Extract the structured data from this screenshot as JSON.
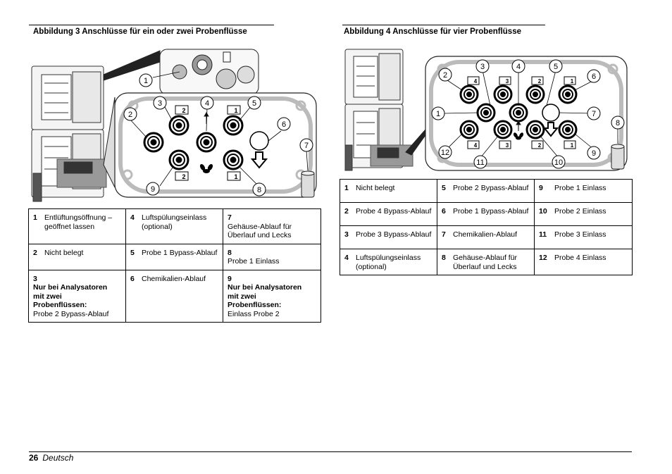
{
  "figure3": {
    "title": "Abbildung 3  Anschlüsse für ein oder zwei Probenflüsse",
    "callouts": [
      "1",
      "2",
      "3",
      "4",
      "5",
      "6",
      "7",
      "8",
      "9"
    ],
    "port_labels": [
      "2",
      "1",
      "2",
      "1"
    ],
    "legend": [
      [
        {
          "num": "1",
          "text": "Entlüftungsöffnung – geöffnet lassen"
        },
        {
          "num": "4",
          "text": "Luftspülungseinlass (optional)"
        },
        {
          "num": "7",
          "text": "Gehäuse-Ablauf für Überlauf und Lecks"
        }
      ],
      [
        {
          "num": "2",
          "text": "Nicht belegt"
        },
        {
          "num": "5",
          "text": "Probe 1 Bypass-Ablauf"
        },
        {
          "num": "8",
          "text": "Probe 1 Einlass"
        }
      ],
      [
        {
          "num": "3",
          "bold_text": "Nur bei Analysatoren mit zwei Probenflüssen:",
          "text": "Probe 2 Bypass-Ablauf"
        },
        {
          "num": "6",
          "text": "Chemikalien-Ablauf"
        },
        {
          "num": "9",
          "bold_text": "Nur bei Analysatoren mit zwei Probenflüssen:",
          "text": "Einlass Probe 2"
        }
      ]
    ]
  },
  "figure4": {
    "title": "Abbildung 4  Anschlüsse für vier Probenflüsse",
    "callouts": [
      "1",
      "2",
      "3",
      "4",
      "5",
      "6",
      "7",
      "8",
      "9",
      "10",
      "11",
      "12"
    ],
    "port_labels": [
      "4",
      "3",
      "2",
      "1",
      "4",
      "3",
      "2",
      "1"
    ],
    "legend": [
      [
        {
          "num": "1",
          "text": "Nicht belegt"
        },
        {
          "num": "5",
          "text": "Probe 2 Bypass-Ablauf"
        },
        {
          "num": "9",
          "text": "Probe 1 Einlass"
        }
      ],
      [
        {
          "num": "2",
          "text": "Probe 4 Bypass-Ablauf"
        },
        {
          "num": "6",
          "text": "Probe 1 Bypass-Ablauf"
        },
        {
          "num": "10",
          "text": "Probe 2 Einlass"
        }
      ],
      [
        {
          "num": "3",
          "text": "Probe 3 Bypass-Ablauf"
        },
        {
          "num": "7",
          "text": "Chemikalien-Ablauf"
        },
        {
          "num": "11",
          "text": "Probe 3 Einlass"
        }
      ],
      [
        {
          "num": "4",
          "text": "Luftspülungseinlass (optional)"
        },
        {
          "num": "8",
          "text": "Gehäuse-Ablauf für Überlauf und Lecks"
        },
        {
          "num": "12",
          "text": "Probe 4 Einlass"
        }
      ]
    ]
  },
  "footer": {
    "page_number": "26",
    "language": "Deutsch"
  }
}
